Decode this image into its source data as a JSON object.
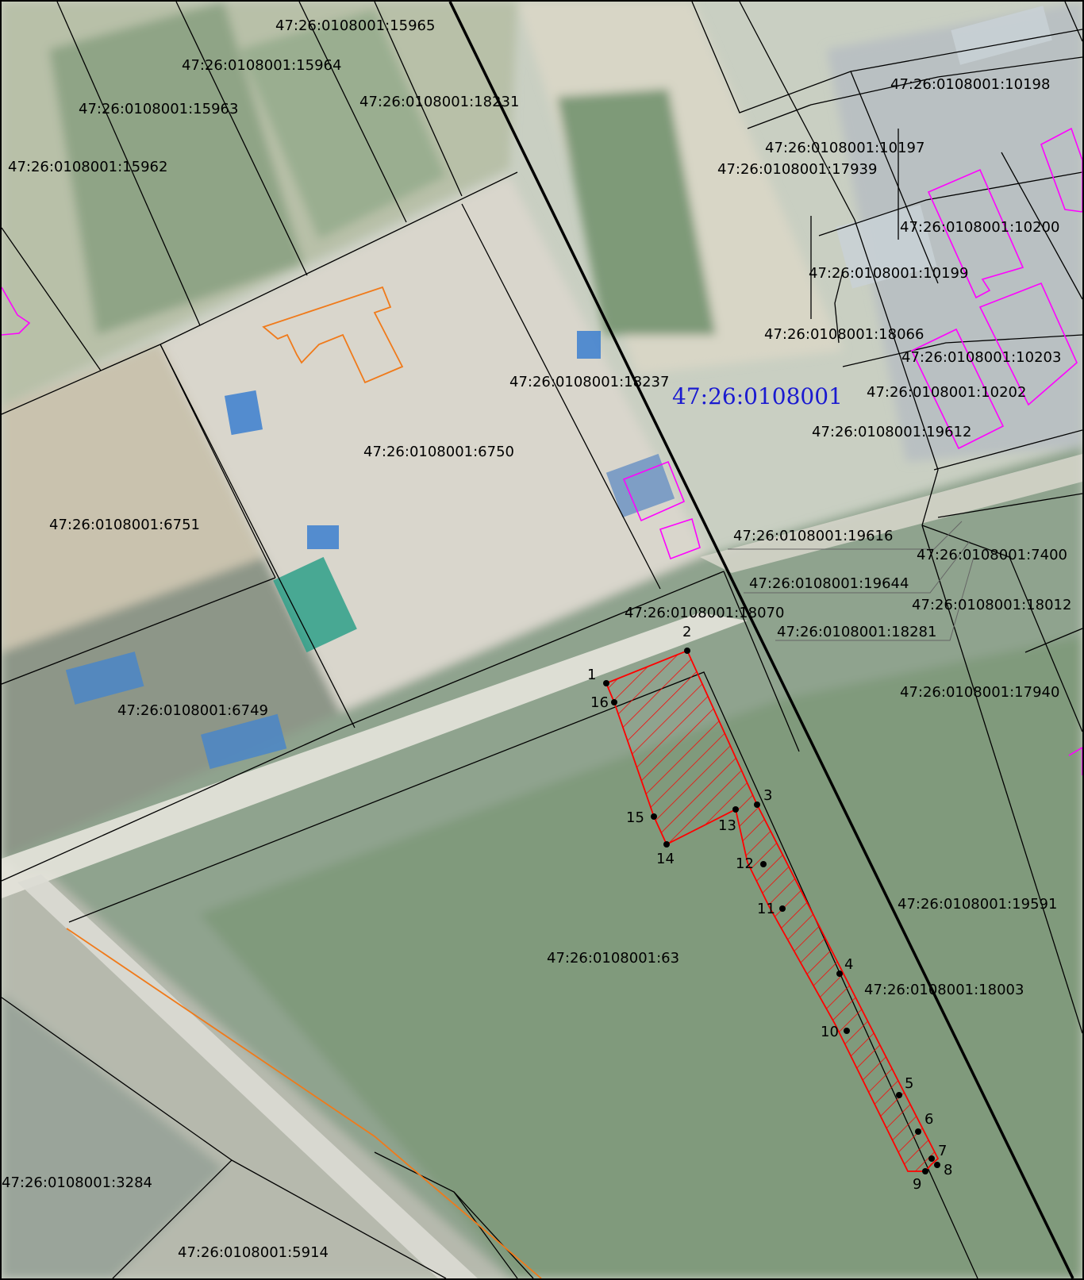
{
  "quarter": {
    "label": "47:26:0108001",
    "color": "#1a1ad0"
  },
  "colors": {
    "target_outline": "#ff0000",
    "boundary": "#000000",
    "building_outline": "#ff00ff",
    "planned_outline": "#f07a1a"
  },
  "parcels": [
    "47:26:0108001:15965",
    "47:26:0108001:15964",
    "47:26:0108001:15963",
    "47:26:0108001:18231",
    "47:26:0108001:15962",
    "47:26:0108001:10198",
    "47:26:0108001:10197",
    "47:26:0108001:17939",
    "47:26:0108001:10200",
    "47:26:0108001:10199",
    "47:26:0108001:18066",
    "47:26:0108001:10203",
    "47:26:0108001:18237",
    "47:26:0108001:10202",
    "47:26:0108001:19612",
    "47:26:0108001:6750",
    "47:26:0108001:6751",
    "47:26:0108001:19616",
    "47:26:0108001:7400",
    "47:26:0108001:19644",
    "47:26:0108001:18012",
    "47:26:0108001:18070",
    "47:26:0108001:18281",
    "47:26:0108001:17940",
    "47:26:0108001:6749",
    "47:26:0108001:19591",
    "47:26:0108001:63",
    "47:26:0108001:18003",
    "47:26:0108001:3284",
    "47:26:0108001:5914"
  ],
  "vertices": [
    "1",
    "2",
    "3",
    "4",
    "5",
    "6",
    "7",
    "8",
    "9",
    "10",
    "11",
    "12",
    "13",
    "14",
    "15",
    "16"
  ]
}
